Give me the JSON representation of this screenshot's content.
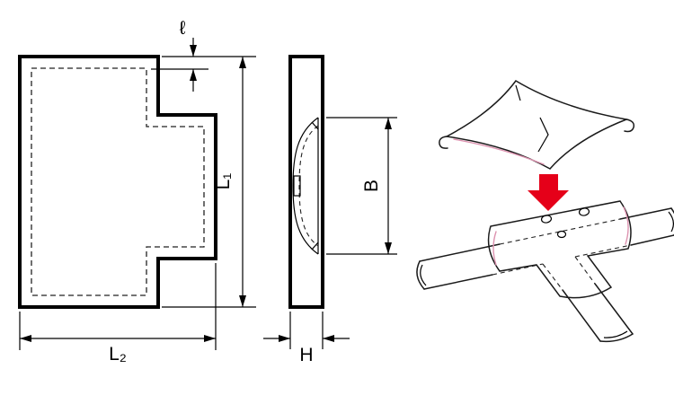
{
  "diagram": {
    "labels": {
      "overlap": "ℓ",
      "length1": "L₁",
      "length2": "L₂",
      "width_b": "B",
      "height_h": "H"
    },
    "colors": {
      "line": "#000000",
      "pink": "#f5c3d4",
      "pink_shade": "#dd93b0",
      "arrow_red": "#e50019",
      "background": "#ffffff"
    }
  }
}
